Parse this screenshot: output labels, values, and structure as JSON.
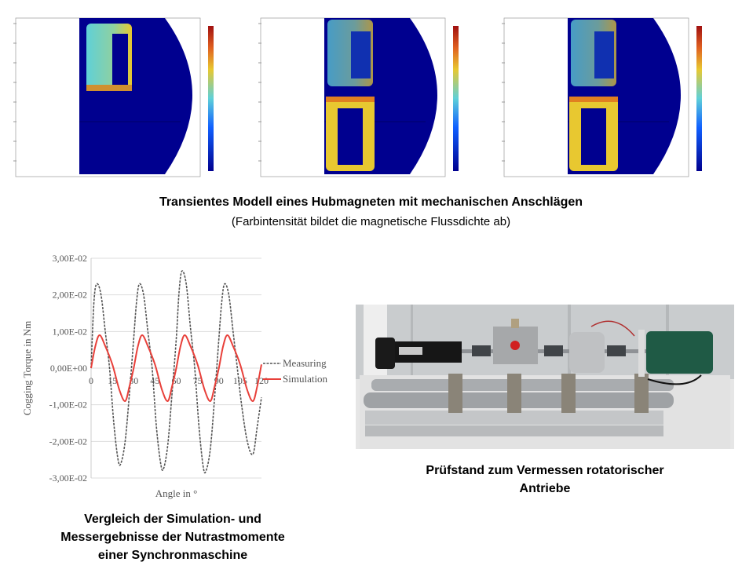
{
  "top": {
    "caption": "Transientes Modell eines Hubmagneten mit mechanischen Anschlägen",
    "subcaption": "(Farbintensität bildet die magnetische Flussdichte ab)",
    "panels": [
      {
        "state": "upper-energized"
      },
      {
        "state": "both-energized"
      },
      {
        "state": "both-energized-end"
      }
    ],
    "colors": {
      "field_low": "#00008f",
      "field_mid": "#5fd0d8",
      "field_high": "#e8c830",
      "field_max": "#a01010"
    }
  },
  "chart_caption": [
    "Vergleich der Simulation- und",
    "Messergebnisse der Nutrastmomente",
    "einer Synchronmaschine"
  ],
  "photo_caption": [
    "Prüfstand zum Vermessen rotatorischer",
    "Antriebe"
  ],
  "chart_data": {
    "type": "line",
    "xlabel": "Angle in °",
    "ylabel": "Cogging Torque in Nm",
    "xlim": [
      0,
      120
    ],
    "ylim": [
      -0.03,
      0.03
    ],
    "x_ticks": [
      "0",
      "15",
      "30",
      "45",
      "60",
      "75",
      "90",
      "105",
      "120"
    ],
    "y_ticks": [
      "3,00E-02",
      "2,00E-02",
      "1,00E-02",
      "0,00E+00",
      "-1,00E-02",
      "-2,00E-02",
      "-3,00E-02"
    ],
    "grid": "horizontal",
    "legend": "right",
    "series": [
      {
        "name": "Measuring",
        "color": "#555555",
        "style": "dashed",
        "x": [
          0,
          2,
          4,
          7,
          10,
          13,
          16,
          19,
          21,
          24,
          27,
          30,
          32,
          34,
          37,
          40,
          43,
          46,
          49,
          51,
          54,
          57,
          60,
          62,
          64,
          67,
          70,
          73,
          76,
          79,
          81,
          84,
          87,
          90,
          92,
          94,
          97,
          100,
          103,
          106,
          110,
          114,
          117,
          120
        ],
        "y": [
          0,
          0.018,
          0.023,
          0.02,
          0.01,
          0,
          -0.015,
          -0.025,
          -0.026,
          -0.02,
          -0.007,
          0.008,
          0.018,
          0.023,
          0.02,
          0.01,
          0,
          -0.016,
          -0.026,
          -0.0275,
          -0.021,
          -0.007,
          0.008,
          0.021,
          0.0265,
          0.023,
          0.011,
          0,
          -0.016,
          -0.027,
          -0.028,
          -0.022,
          -0.008,
          0.008,
          0.018,
          0.023,
          0.02,
          0.01,
          0,
          -0.01,
          -0.02,
          -0.0235,
          -0.016,
          -0.008
        ]
      },
      {
        "name": "Simulation",
        "color": "#e8403a",
        "style": "solid",
        "x": [
          0,
          3,
          6,
          10,
          15,
          20,
          24,
          27,
          30,
          33,
          36,
          40,
          45,
          50,
          54,
          57,
          60,
          63,
          66,
          70,
          75,
          80,
          84,
          87,
          90,
          93,
          96,
          100,
          105,
          110,
          114,
          117,
          120
        ],
        "y": [
          0,
          0.006,
          0.009,
          0.006,
          0.001,
          -0.006,
          -0.009,
          -0.005,
          0,
          0.006,
          0.009,
          0.006,
          0.001,
          -0.006,
          -0.009,
          -0.005,
          0,
          0.006,
          0.009,
          0.006,
          0.001,
          -0.006,
          -0.009,
          -0.005,
          0,
          0.006,
          0.009,
          0.006,
          0.001,
          -0.006,
          -0.009,
          -0.005,
          0.001
        ]
      }
    ]
  }
}
